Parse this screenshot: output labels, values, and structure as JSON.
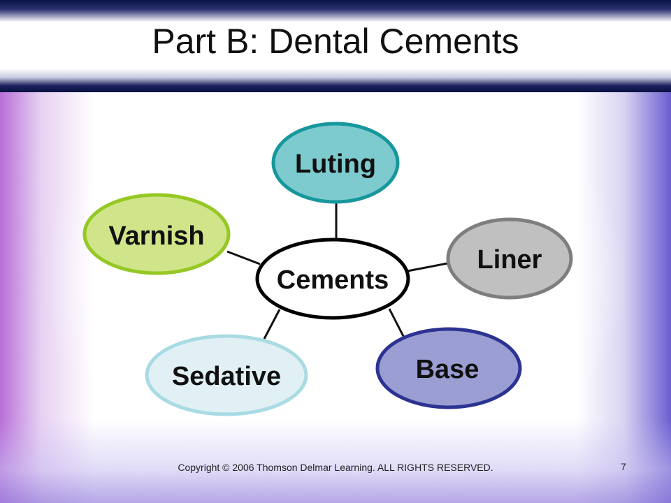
{
  "slide": {
    "title": "Part B: Dental Cements",
    "footer": "Copyright © 2006 Thomson Delmar Learning. ALL RIGHTS RESERVED.",
    "page_number": "7"
  },
  "diagram": {
    "center": {
      "label": "Cements",
      "fill": "#ffffff",
      "stroke": "#000000"
    },
    "nodes": [
      {
        "id": "luting",
        "label": "Luting",
        "fill": "#7ecbcf",
        "stroke": "#17979c"
      },
      {
        "id": "liner",
        "label": "Liner",
        "fill": "#c0c0c0",
        "stroke": "#7e7e7e"
      },
      {
        "id": "base",
        "label": "Base",
        "fill": "#9b9ed2",
        "stroke": "#2c3393"
      },
      {
        "id": "sedative",
        "label": "Sedative",
        "fill": "#e1f0f4",
        "stroke": "#a8dbe3"
      },
      {
        "id": "varnish",
        "label": "Varnish",
        "fill": "#d0e58a",
        "stroke": "#95c824"
      }
    ],
    "connections": [
      [
        "cements",
        "luting"
      ],
      [
        "cements",
        "liner"
      ],
      [
        "cements",
        "base"
      ],
      [
        "cements",
        "sedative"
      ],
      [
        "cements",
        "varnish"
      ]
    ]
  }
}
